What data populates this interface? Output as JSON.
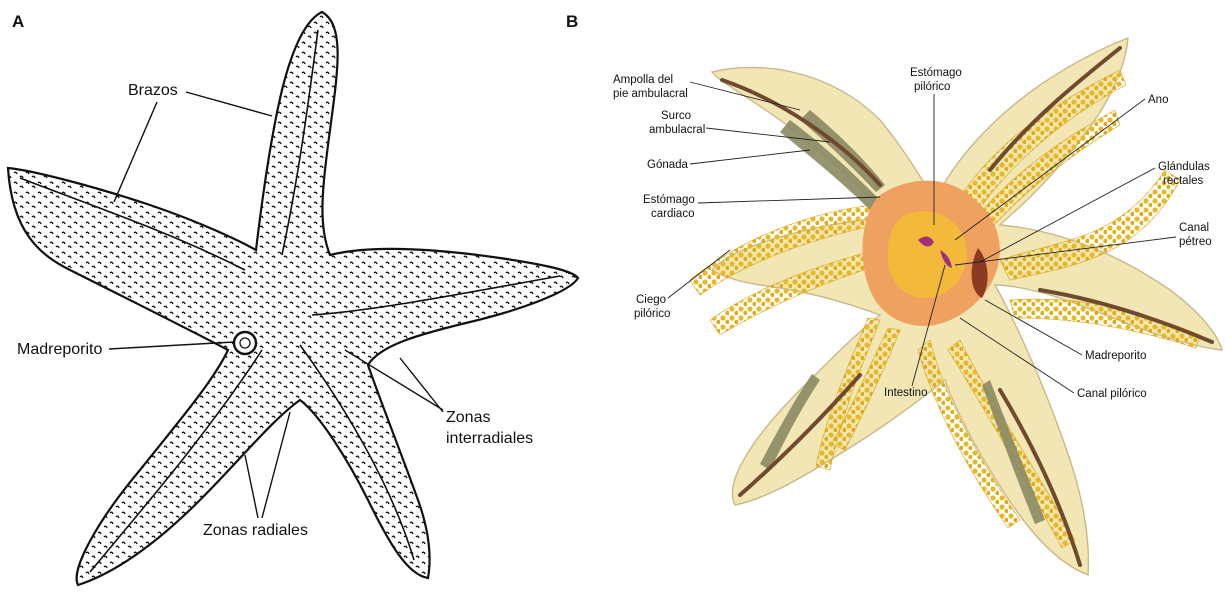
{
  "panel_a": {
    "letter": "A",
    "labels": {
      "brazos": "Brazos",
      "madreporito": "Madreporito",
      "zonas_interradiales_1": "Zonas",
      "zonas_interradiales_2": "interradiales",
      "zonas_radiales": "Zonas radiales"
    }
  },
  "panel_b": {
    "letter": "B",
    "labels": {
      "ampolla_1": "Ampolla del",
      "ampolla_2": "pie ambulacral",
      "surco_1": "Surco",
      "surco_2": "ambulacral",
      "gonada": "Gónada",
      "estomago_cardiaco_1": "Estómago",
      "estomago_cardiaco_2": "cardiaco",
      "ciego_1": "Ciego",
      "ciego_2": "pilórico",
      "estomago_pilorico_1": "Estómago",
      "estomago_pilorico_2": "pilórico",
      "ano": "Ano",
      "glandulas_1": "Glándulas",
      "glandulas_2": "rectales",
      "canal_petreo_1": "Canal",
      "canal_petreo_2": "pétreo",
      "madreporito": "Madreporito",
      "intestino": "Intestino",
      "canal_pilorico": "Canal pilórico"
    }
  },
  "colors": {
    "body_fill": "#f1e6b4",
    "body_outline": "#c9b98a",
    "cecum_yellow": "#e8b923",
    "stomach_orange": "#efa15f",
    "stomach_center": "#f2b93b",
    "gonad_green": "#8a8a63",
    "ampulla_brown": "#6f4a2e",
    "madreporite_purple": "#a0307a",
    "ink": "#111111"
  }
}
